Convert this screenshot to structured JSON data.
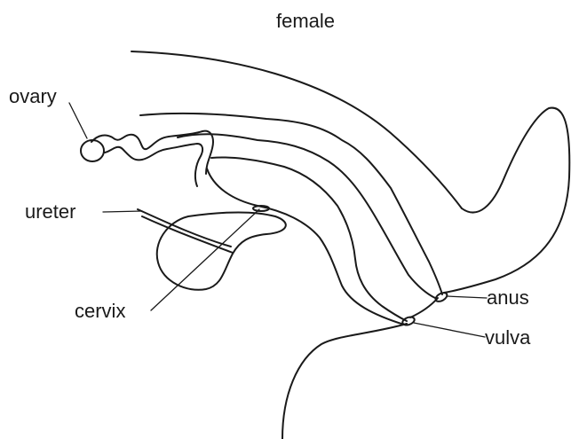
{
  "title": "female",
  "labels": {
    "ovary": "ovary",
    "ureter": "ureter",
    "cervix": "cervix",
    "anus": "anus",
    "vulva": "vulva"
  },
  "colors": {
    "ink": "#1a1a1a",
    "background": "#ffffff"
  }
}
